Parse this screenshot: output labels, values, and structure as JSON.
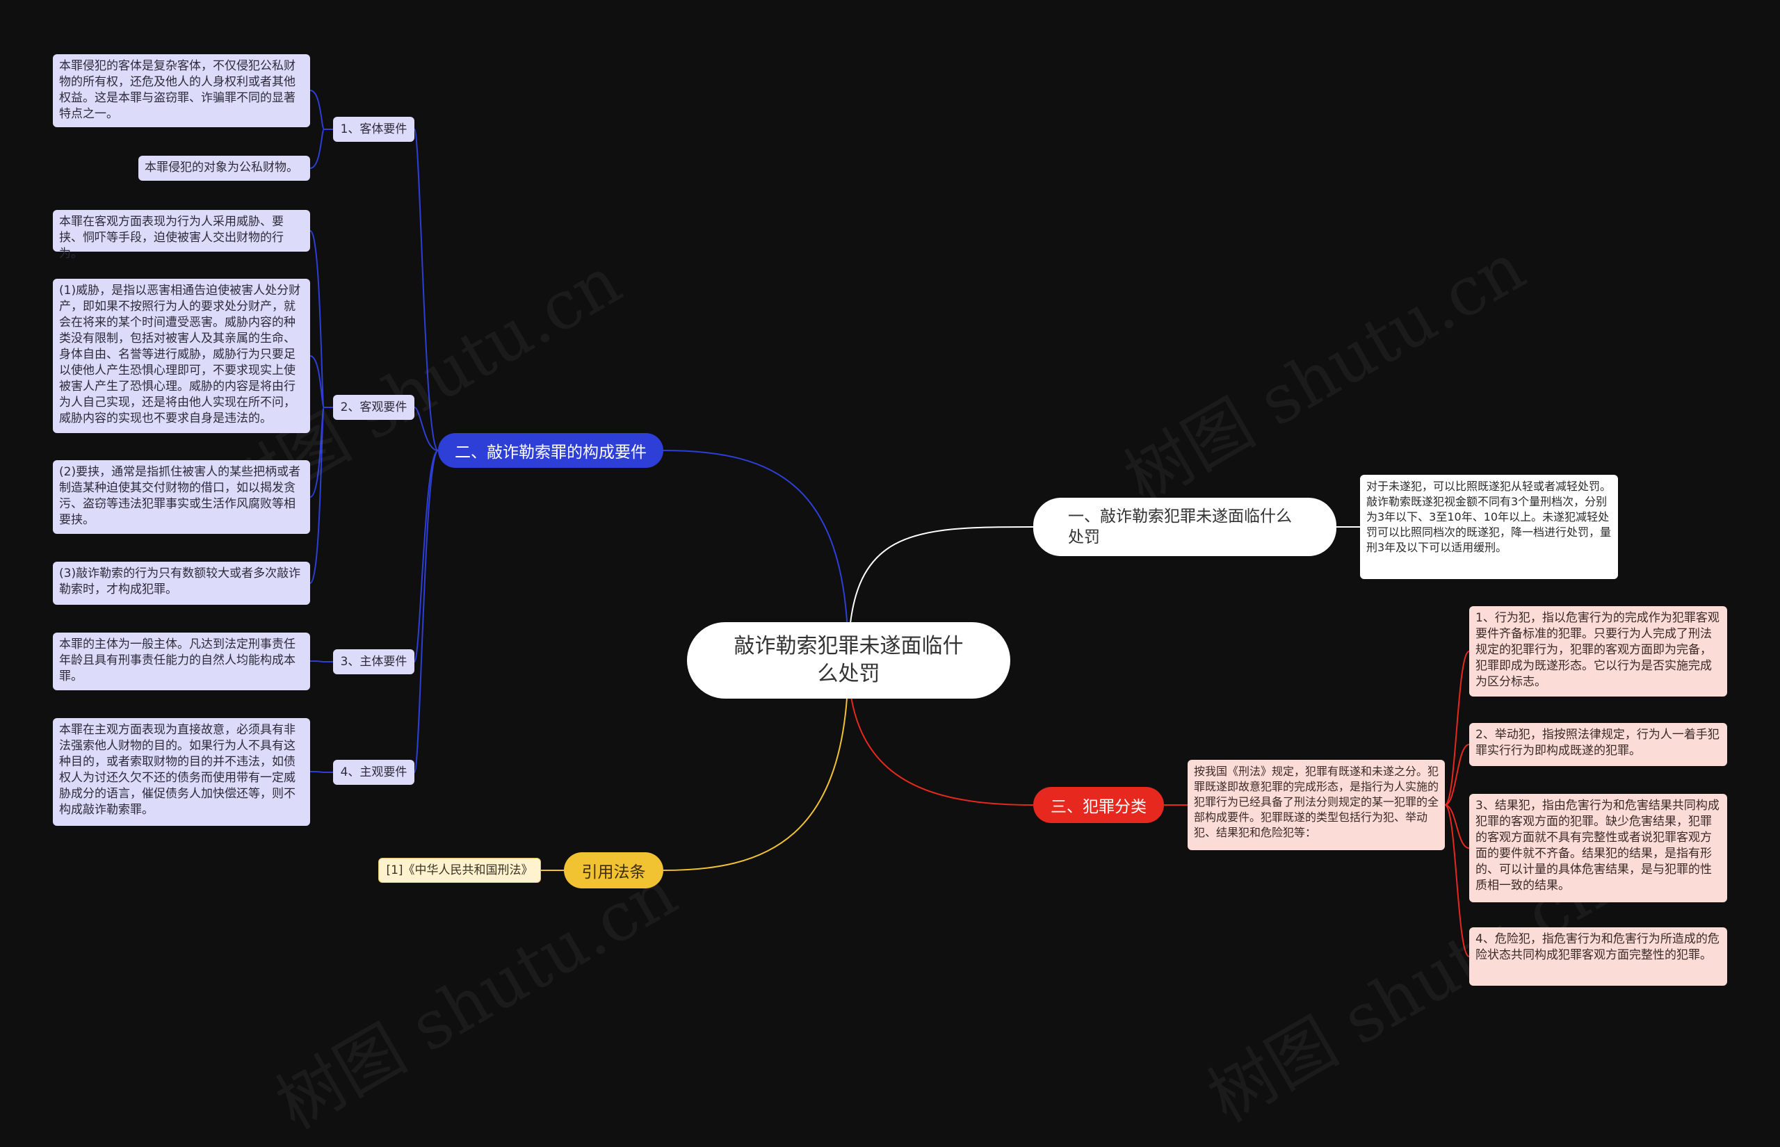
{
  "center": {
    "title": "敲诈勒索犯罪未遂面临什么处罚"
  },
  "watermark": "树图 shutu.cn",
  "colors": {
    "background": "#0f0f0f",
    "branch_blue": "#2d3fd6",
    "branch_red": "#e6281e",
    "branch_yellow": "#f1c232",
    "link_white": "#ffffff"
  },
  "topics": {
    "t1": {
      "label": "一、敲诈勒索犯罪未遂面临什么处罚",
      "detail": "对于未遂犯，可以比照既遂犯从轻或者减轻处罚。敲诈勒索既遂犯视金额不同有3个量刑档次，分别为3年以下、3至10年、10年以上。未遂犯减轻处罚可以比照同档次的既遂犯，降一档进行处罚，量刑3年及以下可以适用缓刑。"
    },
    "t2": {
      "label": "二、敲诈勒索罪的构成要件",
      "subs": [
        {
          "label": "1、客体要件",
          "leaves": [
            "本罪侵犯的客体是复杂客体，不仅侵犯公私财物的所有权，还危及他人的人身权利或者其他权益。这是本罪与盗窃罪、诈骗罪不同的显著特点之一。",
            "本罪侵犯的对象为公私财物。"
          ]
        },
        {
          "label": "2、客观要件",
          "leaves": [
            "本罪在客观方面表现为行为人采用威胁、要挟、恫吓等手段，迫使被害人交出财物的行为。",
            "(1)威胁，是指以恶害相通告迫使被害人处分财产，即如果不按照行为人的要求处分财产，就会在将来的某个时间遭受恶害。威胁内容的种类没有限制，包括对被害人及其亲属的生命、身体自由、名誉等进行威胁，威胁行为只要足以使他人产生恐惧心理即可，不要求现实上使被害人产生了恐惧心理。威胁的内容是将由行为人自己实现，还是将由他人实现在所不问，威胁内容的实现也不要求自身是违法的。",
            "(2)要挟，通常是指抓住被害人的某些把柄或者制造某种迫使其交付财物的借口，如以揭发贪污、盗窃等违法犯罪事实或生活作风腐败等相要挟。",
            "(3)敲诈勒索的行为只有数额较大或者多次敲诈勒索时，才构成犯罪。"
          ]
        },
        {
          "label": "3、主体要件",
          "leaves": [
            "本罪的主体为一般主体。凡达到法定刑事责任年龄且具有刑事责任能力的自然人均能构成本罪。"
          ]
        },
        {
          "label": "4、主观要件",
          "leaves": [
            "本罪在主观方面表现为直接故意，必须具有非法强索他人财物的目的。如果行为人不具有这种目的，或者索取财物的目的并不违法，如债权人为讨还久欠不还的债务而使用带有一定威胁成分的语言，催促债务人加快偿还等，则不构成敲诈勒索罪。"
          ]
        }
      ]
    },
    "t3": {
      "label": "三、犯罪分类",
      "intro": "按我国《刑法》规定，犯罪有既遂和未遂之分。犯罪既遂即故意犯罪的完成形态，是指行为人实施的犯罪行为已经具备了刑法分则规定的某一犯罪的全部构成要件。犯罪既遂的类型包括行为犯、举动犯、结果犯和危险犯等：",
      "leaves": [
        "1、行为犯，指以危害行为的完成作为犯罪客观要件齐备标准的犯罪。只要行为人完成了刑法规定的犯罪行为，犯罪的客观方面即为完备，犯罪即成为既遂形态。它以行为是否实施完成为区分标志。",
        "2、举动犯，指按照法律规定，行为人一着手犯罪实行行为即构成既遂的犯罪。",
        "3、结果犯，指由危害行为和危害结果共同构成犯罪的客观方面的犯罪。缺少危害结果，犯罪的客观方面就不具有完整性或者说犯罪客观方面的要件就不齐备。结果犯的结果，是指有形的、可以计量的具体危害结果，是与犯罪的性质相一致的结果。",
        "4、危险犯，指危害行为和危害行为所造成的危险状态共同构成犯罪客观方面完整性的犯罪。"
      ]
    },
    "t4": {
      "label": "引用法条",
      "leaf": "[1]《中华人民共和国刑法》"
    }
  }
}
